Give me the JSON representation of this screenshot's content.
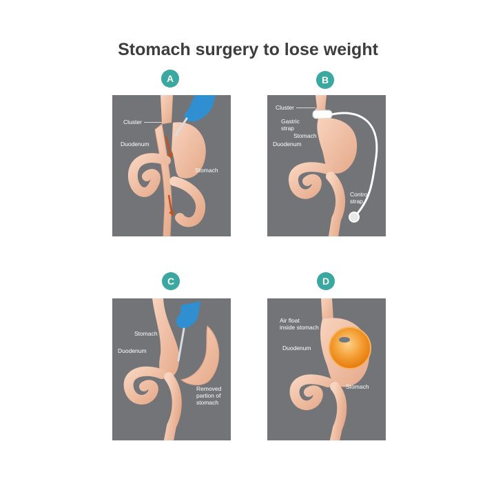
{
  "title": "Stomach surgery to lose weight",
  "badge_color": "#3aa89f",
  "panel_color": "#737478",
  "organ_color": "#f2c0a4",
  "panels": [
    {
      "badge": "A",
      "labels": {
        "cluster": "Cluster",
        "duodenum": "Duodenum",
        "stomach": "Stomach"
      }
    },
    {
      "badge": "B",
      "labels": {
        "cluster": "Cluster",
        "gastric_strap": "Gastric\nstrap",
        "stomach": "Stomach",
        "duodenum": "Duodenum",
        "control_strap": "Control\nstrap"
      }
    },
    {
      "badge": "C",
      "labels": {
        "stomach": "Stomach",
        "duodenum": "Duodenum",
        "removed": "Removed\npartion of\nstomach"
      }
    },
    {
      "badge": "D",
      "labels": {
        "air_float": "Air float\ninside stomach",
        "duodenum": "Duodenum",
        "stomach": "Stomach"
      }
    }
  ]
}
